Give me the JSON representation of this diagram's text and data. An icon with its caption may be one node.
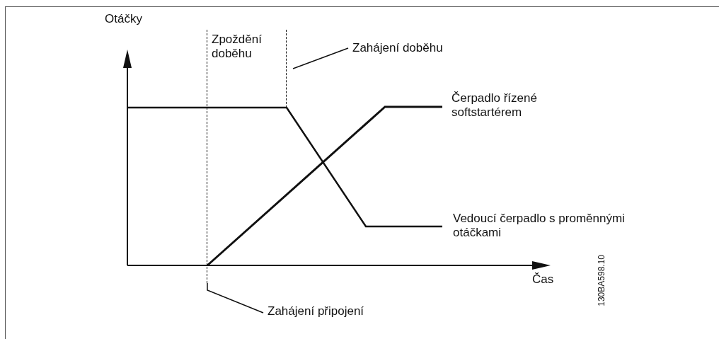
{
  "diagram": {
    "nodes": [
      {
        "text": [
          "Zahájení doběhu"
        ]
      },
      {
        "text": [],
        "shape": "bar"
      },
      {
        "text": [
          "Zahájení připojení"
        ]
      },
      {
        "text": [],
        "shape": "bar"
      }
    ],
    "edges": [
      {
        "from": 0,
        "to": 3,
        "arrow": "none"
      },
      {
        "from": 2,
        "to": 1,
        "arrow": "none"
      }
    ],
    "labels": [
      "Otáčky",
      "Zpoždění doběhu",
      "Čerpadlo řízené softstartérem",
      "Vedoucí čerpadlo s proměnnými otáčkami",
      "Čas",
      "130BA598.10"
    ]
  }
}
